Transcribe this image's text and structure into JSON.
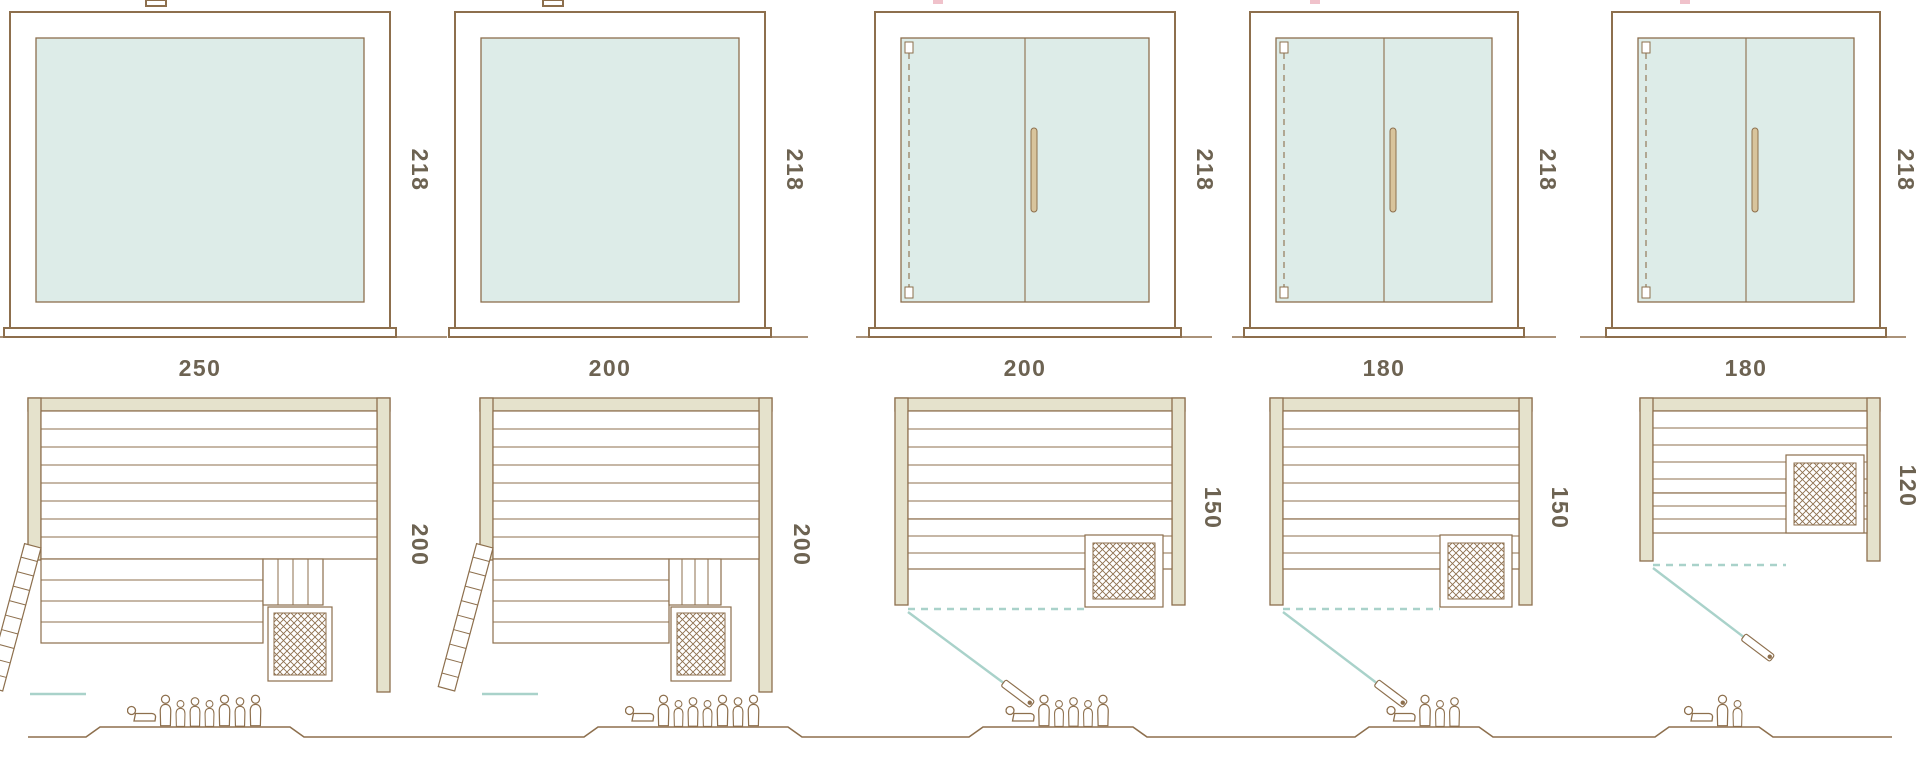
{
  "palette": {
    "line_brown": "#8d6f4d",
    "dimension_text": "#6d6352",
    "glass_fill": "#ddece8",
    "wall_fill": "#e5e2cc",
    "door_swing_teal": "#a9d2ca",
    "handle_fill": "#d8c49c",
    "artifact_pink": "#f0c2cb"
  },
  "cabins": [
    {
      "width_label": "250",
      "height_label": "218",
      "depth_label": "200"
    },
    {
      "width_label": "200",
      "height_label": "218",
      "depth_label": "200"
    },
    {
      "width_label": "200",
      "height_label": "218",
      "depth_label": "150"
    },
    {
      "width_label": "180",
      "height_label": "218",
      "depth_label": "150"
    },
    {
      "width_label": "180",
      "height_label": "218",
      "depth_label": "120"
    }
  ],
  "people": {
    "groups": [
      {
        "reclining": 1,
        "standing": 7
      },
      {
        "reclining": 1,
        "standing": 7
      },
      {
        "reclining": 1,
        "standing": 5
      },
      {
        "reclining": 1,
        "standing": 3
      },
      {
        "reclining": 1,
        "standing": 2
      }
    ]
  }
}
